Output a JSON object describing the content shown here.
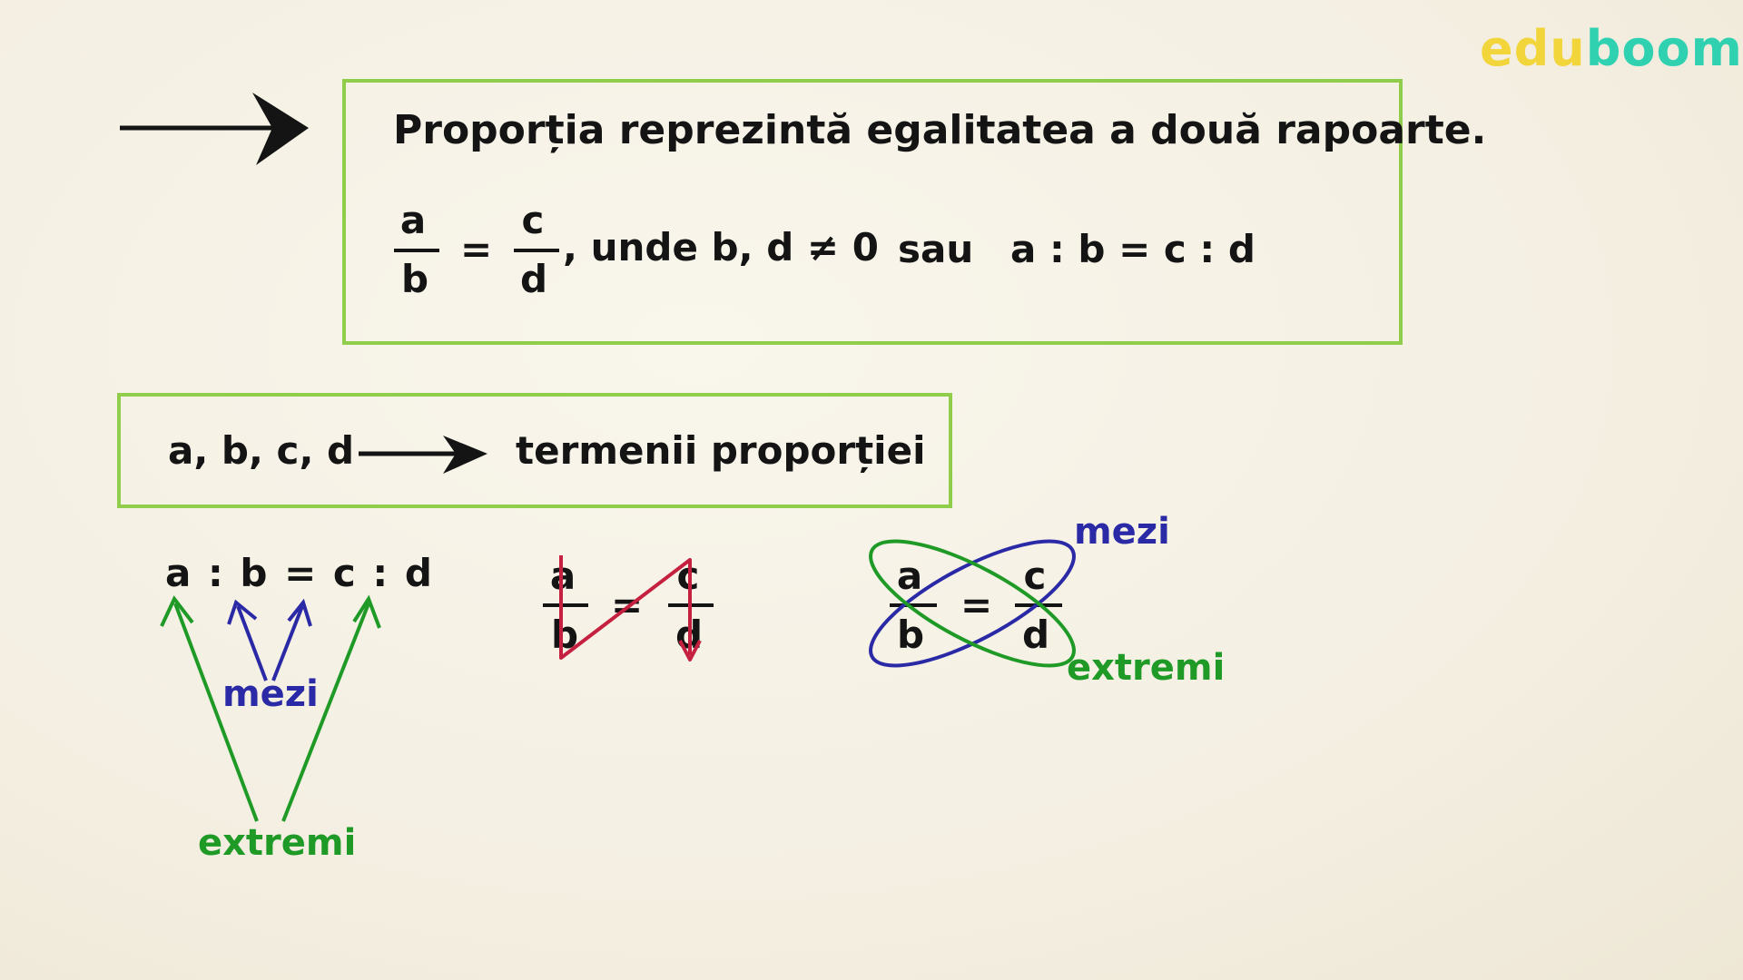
{
  "logo": {
    "edu": "edu",
    "boom": "boom"
  },
  "definition": {
    "title": "Proporția reprezintă egalitatea a două rapoarte.",
    "fraction_left": {
      "num": "a",
      "den": "b"
    },
    "equals": "=",
    "fraction_right": {
      "num": "c",
      "den": "d"
    },
    "condition": ", unde b, d ≠ 0",
    "or_word": "sau",
    "colon_form": "a : b = c : d"
  },
  "terms": {
    "letters": "a, b, c, d",
    "label": "termenii proporției"
  },
  "example1": {
    "proportion": "a : b = c : d",
    "means_label": "mezi",
    "extremes_label": "extremi"
  },
  "example2": {
    "fraction_left": {
      "num": "a",
      "den": "b"
    },
    "equals": "=",
    "fraction_right": {
      "num": "c",
      "den": "d"
    }
  },
  "example3": {
    "fraction_left": {
      "num": "a",
      "den": "b"
    },
    "equals": "=",
    "fraction_right": {
      "num": "c",
      "den": "d"
    },
    "means_label": "mezi",
    "extremes_label": "extremi"
  },
  "colors": {
    "box_border": "#8fcd4b",
    "means": "#2b2aa6",
    "extremes": "#1f9a27",
    "zigzag": "#c5203f",
    "logo_edu": "#f2d43b",
    "logo_boom": "#2fd1b1"
  }
}
